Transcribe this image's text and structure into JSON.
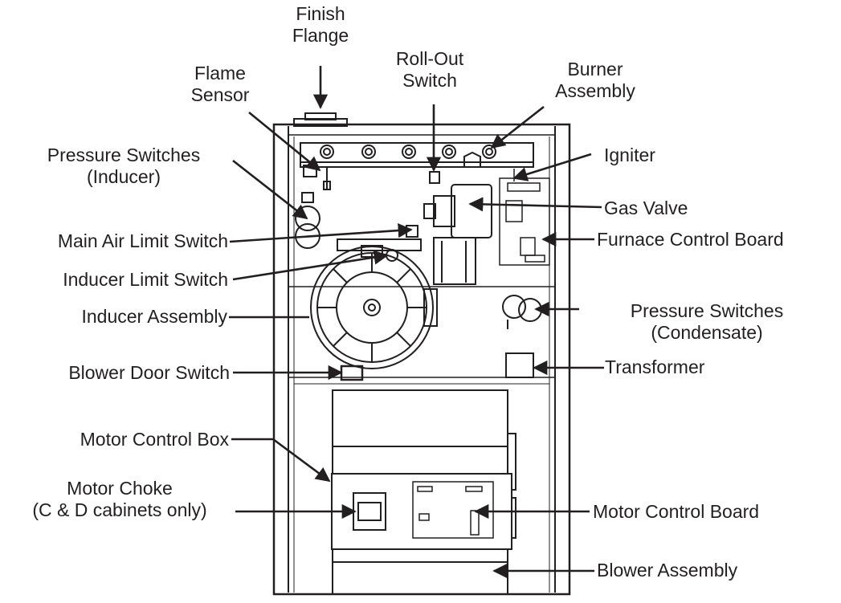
{
  "labels": {
    "finish_flange": [
      "Finish",
      "Flange"
    ],
    "roll_out_switch": [
      "Roll-Out",
      "Switch"
    ],
    "burner_assembly": [
      "Burner",
      "Assembly"
    ],
    "flame_sensor": [
      "Flame",
      "Sensor"
    ],
    "pressure_switches_inducer": [
      "Pressure Switches",
      "(Inducer)"
    ],
    "igniter": "Igniter",
    "gas_valve": "Gas  Valve",
    "main_air_limit_switch": "Main Air Limit Switch",
    "furnace_control_board": "Furnace Control Board",
    "inducer_limit_switch": "Inducer Limit Switch",
    "inducer_assembly": "Inducer Assembly",
    "pressure_switches_condensate": [
      "Pressure Switches",
      "(Condensate)"
    ],
    "blower_door_switch": "Blower Door Switch",
    "transformer": "Transformer",
    "motor_control_box": "Motor Control Box",
    "motor_choke": [
      "Motor Choke",
      "(C & D cabinets only)"
    ],
    "motor_control_board": "Motor Control Board",
    "blower_assembly": "Blower  Assembly"
  }
}
